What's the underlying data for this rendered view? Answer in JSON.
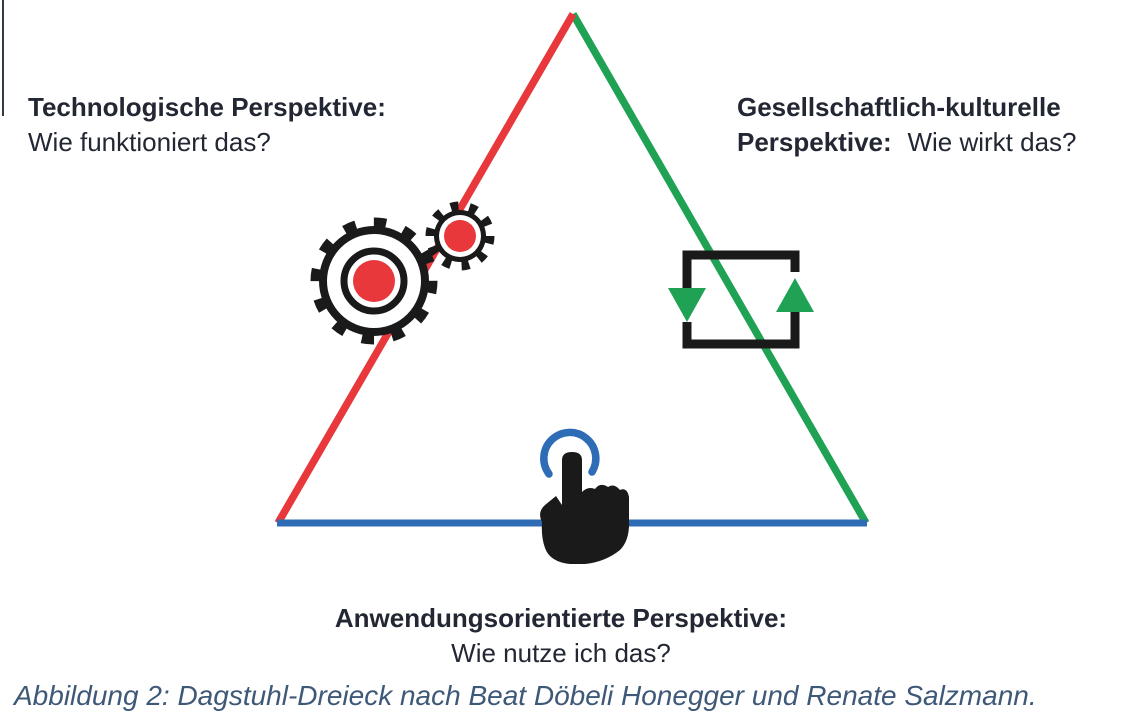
{
  "figure": {
    "perspectives": {
      "technological": {
        "title": "Technologische Perspektive:",
        "question": "Wie funktioniert das?"
      },
      "socio_cultural": {
        "title_line1": "Gesellschaftlich-kulturelle",
        "title_line2": "Perspektive:",
        "question": "Wie wirkt das?"
      },
      "application": {
        "title": "Anwendungsorientierte Perspektive:",
        "question": "Wie nutze ich das?"
      }
    },
    "icons": {
      "technological": "gears-icon",
      "socio_cultural": "cycle-arrows-icon",
      "application": "hand-tap-icon"
    },
    "colors": {
      "red": "#e8383b",
      "green": "#1fa254",
      "blue": "#2e6cb5",
      "ink": "#222733",
      "caption": "#3e5878"
    }
  },
  "caption": "Abbildung 2: Dagstuhl-Dreieck nach Beat Döbeli Honegger und Renate Salzmann."
}
